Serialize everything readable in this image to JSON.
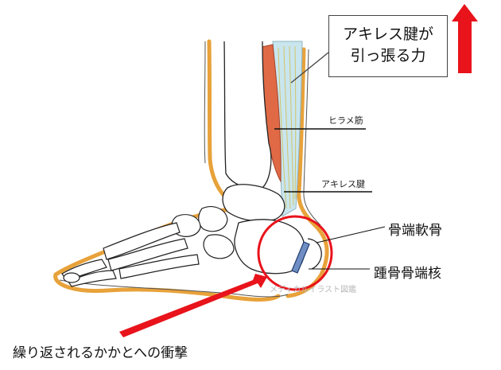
{
  "callout": {
    "line1": "アキレス腱が",
    "line2": "引っ張る力"
  },
  "labels": {
    "soleus": "ヒラメ筋",
    "achilles": "アキレス腱",
    "epiphyseal_cartilage": "骨端軟骨",
    "calcaneal_apophysis": "踵骨骨端核"
  },
  "bottom_caption": "繰り返されるかかとへの衝撃",
  "watermark": "メディカルイラスト図鑑",
  "colors": {
    "arrow_red": "#e8131b",
    "circle_red": "#e8131b",
    "skin_outline": "#e8a23a",
    "tendon_fill": "#c9e6ee",
    "muscle_fill": "#e06a45",
    "bone_stroke": "#222222",
    "apophysis_fill": "#6f8fc4"
  }
}
